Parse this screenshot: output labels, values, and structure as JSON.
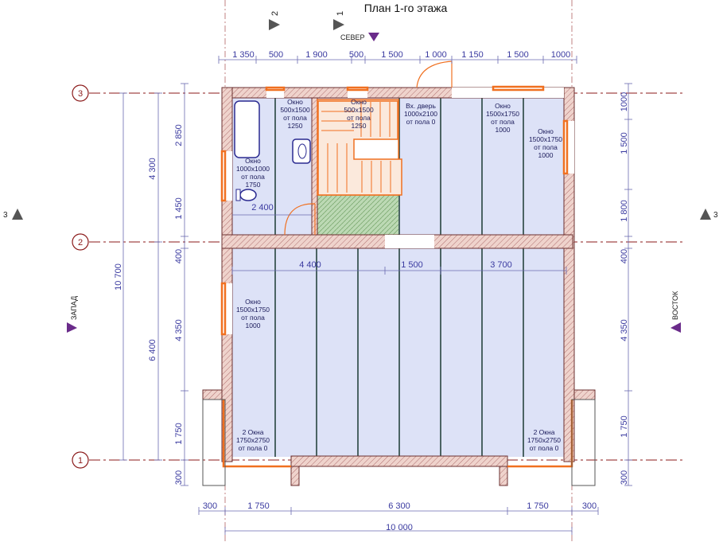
{
  "title": "План 1-го этажа",
  "compass": {
    "north": "СЕВЕР",
    "west": "ЗАПАД",
    "east": "ВОСТОК"
  },
  "section_marks": [
    "2",
    "1",
    "3",
    "3"
  ],
  "axes": [
    "3",
    "2",
    "1"
  ],
  "dims_top": [
    "1 350",
    "500",
    "1 900",
    "500",
    "1 500",
    "1 000",
    "1 150",
    "1 500",
    "1000"
  ],
  "dims_bottom": [
    "300",
    "1 750",
    "6 300",
    "1 750",
    "300"
  ],
  "dim_total_bottom": "10 000",
  "dims_left_inner": [
    "2 850",
    "1 450",
    "400",
    "4 350",
    "1 750",
    "300"
  ],
  "dims_left_mid": [
    "4 300",
    "6 400"
  ],
  "dim_left_total": "10 700",
  "dims_right": [
    "1000",
    "1 500",
    "1 800",
    "400",
    "4 350",
    "1 750",
    "300"
  ],
  "dims_interior": [
    "2 400",
    "4 400",
    "1 500",
    "3 700"
  ],
  "labels": {
    "win_small": [
      "Окно",
      "1000x1000",
      "от пола",
      "1750"
    ],
    "win_500_a": [
      "Окно",
      "500x1500",
      "от пола",
      "1250"
    ],
    "win_500_b": [
      "Окно",
      "500x1500",
      "от пола",
      "1250"
    ],
    "entry_door": [
      "Вх. дверь",
      "1000x2100",
      "от пола 0"
    ],
    "win_1500_top": [
      "Окно",
      "1500x1750",
      "от пола",
      "1000"
    ],
    "win_1500_right": [
      "Окно",
      "1500x1750",
      "от пола",
      "1000"
    ],
    "win_1500_left": [
      "Окно",
      "1500x1750",
      "от пола",
      "1000"
    ],
    "win_2_left": [
      "2 Окна",
      "1750x2750",
      "от пола 0"
    ],
    "win_2_right": [
      "2 Окна",
      "1750x2750",
      "от пола 0"
    ]
  },
  "colors": {
    "axis": "#8b1a1a",
    "dim": "#3a3aa0",
    "wall": "#efd3cc",
    "window": "#f07020",
    "room": "#dde2f7",
    "tile": "#b8d6b0",
    "marker": "#6a2b8a"
  }
}
